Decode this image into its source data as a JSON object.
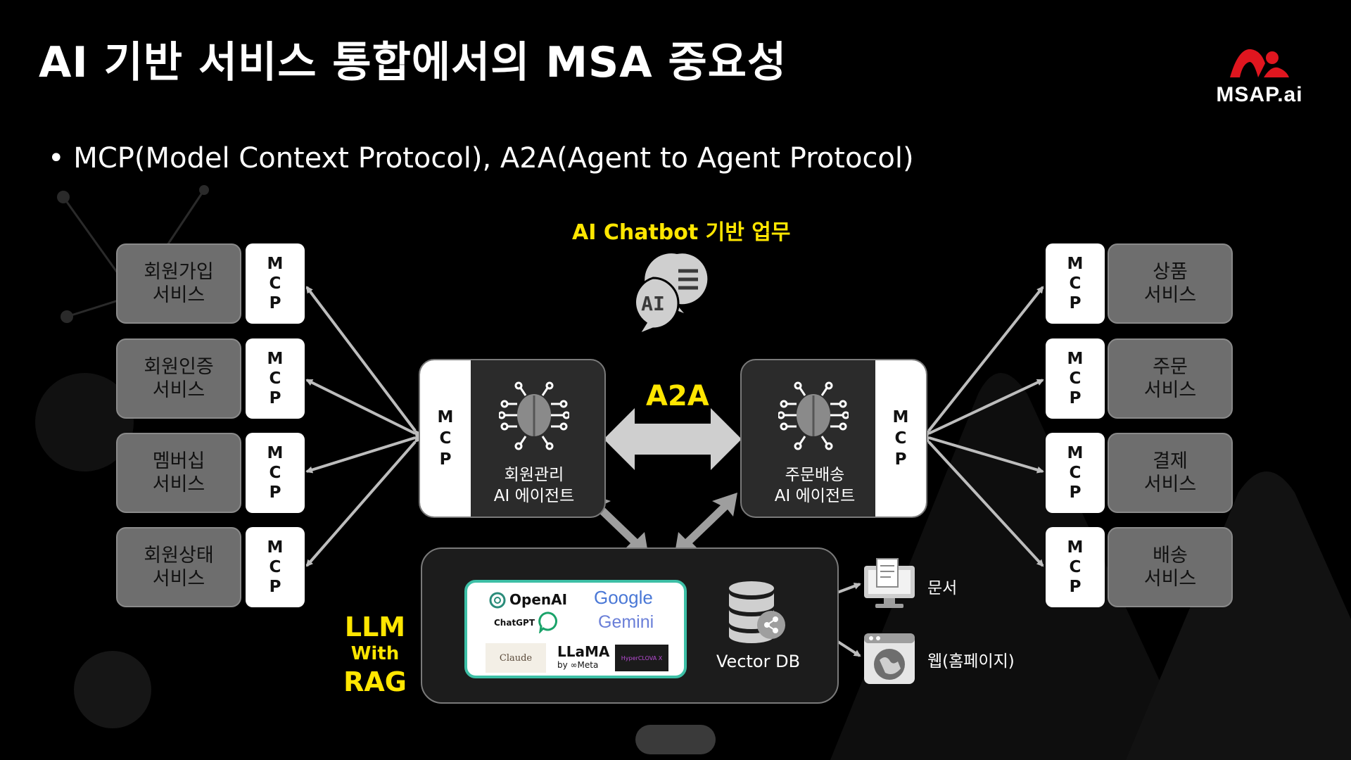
{
  "title": "AI 기반 서비스 통합에서의 MSA 중요성",
  "logo": {
    "text": "MSAP.ai",
    "color": "#e0161f"
  },
  "bullet": "• MCP(Model Context Protocol), A2A(Agent to Agent Protocol)",
  "mcp_letters": [
    "M",
    "C",
    "P"
  ],
  "left_services": [
    {
      "label": "회원가입\n서비스"
    },
    {
      "label": "회원인증\n서비스"
    },
    {
      "label": "멤버십\n서비스"
    },
    {
      "label": "회원상태\n서비스"
    }
  ],
  "right_services": [
    {
      "label": "상품\n서비스"
    },
    {
      "label": "주문\n서비스"
    },
    {
      "label": "결제\n서비스"
    },
    {
      "label": "배송\n서비스"
    }
  ],
  "chatbot": {
    "title": "AI Chatbot 기반 업무",
    "bubble_text": "AI"
  },
  "a2a": "A2A",
  "agents": {
    "left": "회원관리\nAI 에이전트",
    "right": "주문배송\nAI 에이전트"
  },
  "llm": {
    "label_top": "LLM",
    "label_mid": "With",
    "label_bottom": "RAG",
    "providers": {
      "openai": "OpenAI",
      "chatgpt": "ChatGPT",
      "google": "Google",
      "gemini": "Gemini",
      "claude": "Claude",
      "llama": "LLaMA",
      "meta": "by ∞Meta",
      "hyperclova": "HyperCLOVA X"
    }
  },
  "vector_db": "Vector DB",
  "sources": {
    "doc": "문서",
    "web": "웹(홈페이지)"
  },
  "colors": {
    "accent_yellow": "#ffe600",
    "service_gray": "#6e6e6e",
    "llm_border": "#3dbfa6"
  }
}
